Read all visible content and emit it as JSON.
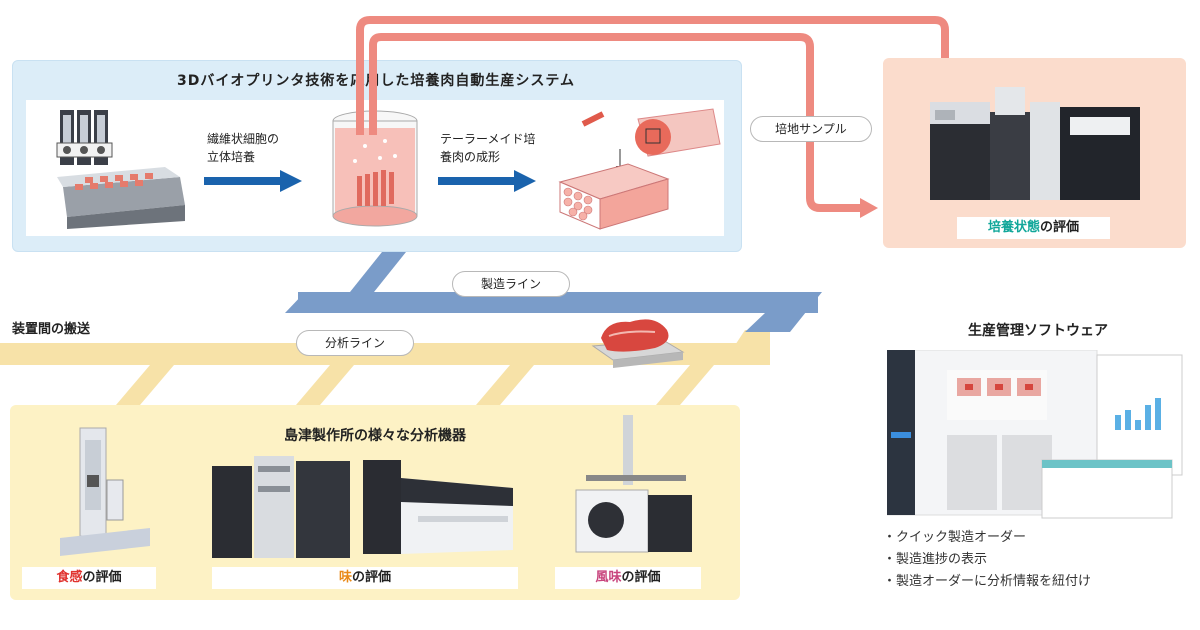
{
  "top_panel": {
    "title": "3Dバイオプリンタ技術を応用した培養肉自動生産システム",
    "step1": "繊維状細胞の立体培養",
    "step2": "テーラーメイド培養肉の成形"
  },
  "sample_label": "培地サンプル",
  "culture_eval": {
    "highlight": "培養状態",
    "rest": "の評価"
  },
  "production_line": "製造ライン",
  "analysis_line": "分析ライン",
  "transfer_label": "装置間の搬送",
  "bottom_panel": {
    "title": "島津製作所の様々な分析機器",
    "evals": [
      {
        "highlight": "食感",
        "rest": "の評価",
        "color": "#e0322e"
      },
      {
        "highlight": "味",
        "rest": "の評価",
        "color": "#e98a18"
      },
      {
        "highlight": "風味",
        "rest": "の評価",
        "color": "#c8447d"
      }
    ]
  },
  "software": {
    "title": "生産管理ソフトウェア",
    "features": [
      "クイック製造オーダー",
      "製造進捗の表示",
      "製造オーダーに分析情報を紐付け"
    ]
  },
  "colors": {
    "arrow_blue": "#1a63ad",
    "arrow_red": "#ee8a80",
    "line_blue": "#7a9cc9",
    "line_yellow": "#f7e2a8",
    "culture_highlight": "#12a79a"
  }
}
